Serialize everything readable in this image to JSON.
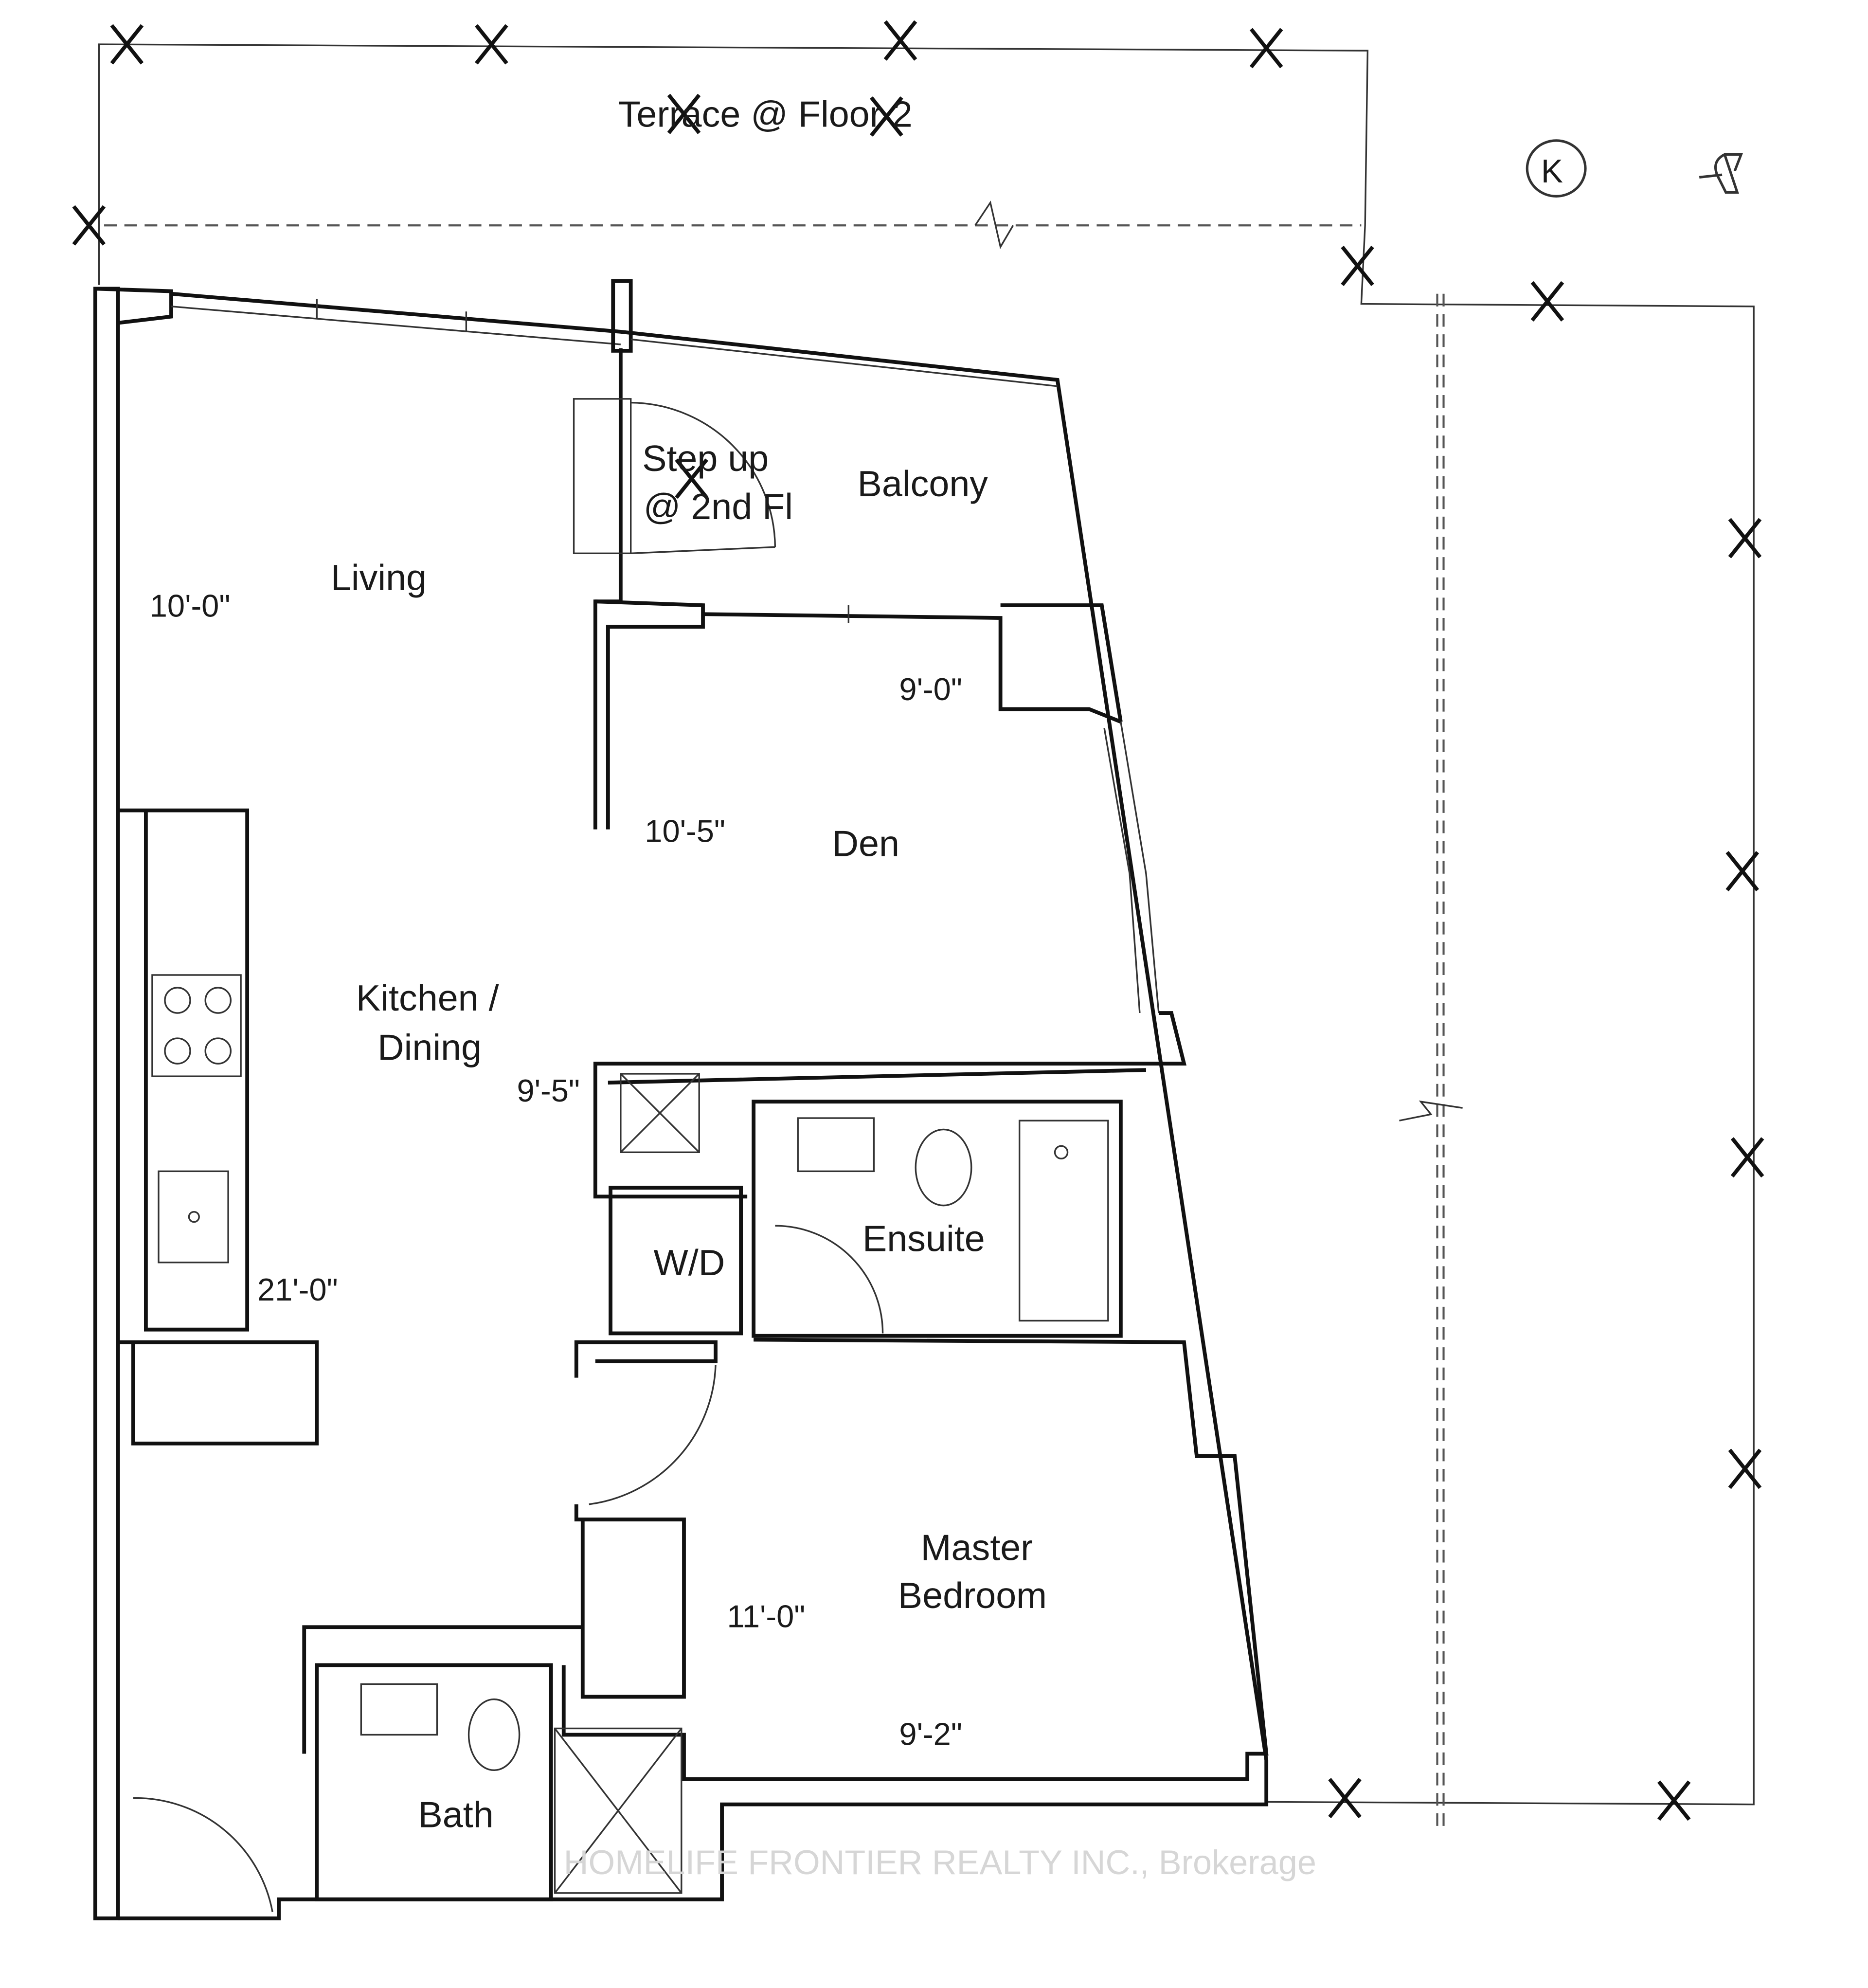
{
  "plan": {
    "rooms": {
      "terrace": "Terrace @ Floor 2",
      "step_up_line1": "Step up",
      "step_up_line2": "@ 2nd Fl",
      "balcony": "Balcony",
      "living": "Living",
      "den": "Den",
      "kitchen_line1": "Kitchen /",
      "kitchen_line2": "Dining",
      "wd": "W/D",
      "ensuite": "Ensuite",
      "master_line1": "Master",
      "master_line2": "Bedroom",
      "bath": "Bath"
    },
    "dimensions": {
      "living": "10'-0\"",
      "den_width": "9'-0\"",
      "den_length": "10'-5\"",
      "kitchen_width": "9'-5\"",
      "kitchen_length": "21'-0\"",
      "master_length": "11'-0\"",
      "master_width": "9'-2\""
    },
    "symbols": {
      "circle_letter": "K",
      "initials_mark": "signature-initials-icon"
    },
    "watermark": "HOMELIFE FRONTIER REALTY INC., Brokerage"
  }
}
